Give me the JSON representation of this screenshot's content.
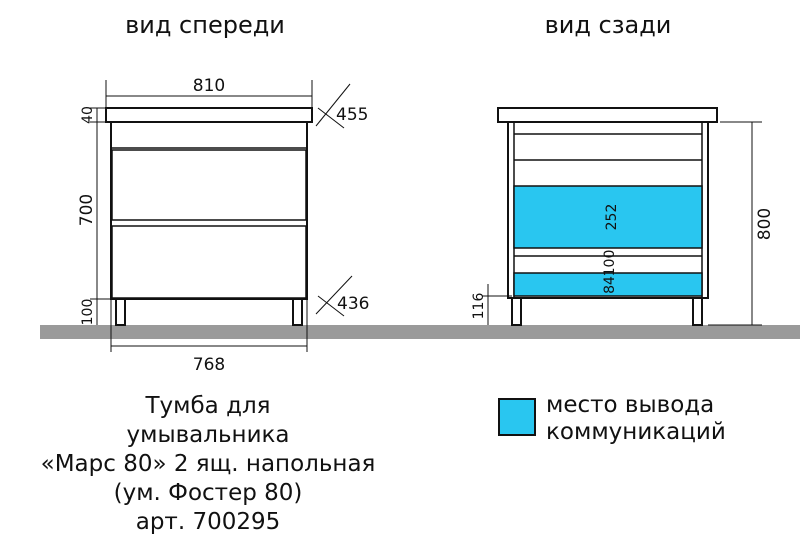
{
  "views": {
    "front_title": "вид спереди",
    "back_title": "вид сзади"
  },
  "dimensions": {
    "top_width": "810",
    "countertop_height": "40",
    "body_height": "700",
    "leg_height": "100",
    "bottom_width": "768",
    "depth_top": "455",
    "depth_bottom": "436",
    "total_height": "800",
    "outlet_height_low": "116",
    "outlet_zone_height": "252",
    "outlet_offset_a": "84",
    "outlet_offset_b": "100"
  },
  "product": {
    "line1": "Тумба для",
    "line2": "умывальника",
    "line3": "«Марс 80» 2 ящ. напольная",
    "line4": "(ум. Фостер 80)",
    "line5": "арт. 700295"
  },
  "legend": {
    "line1": "место вывода",
    "line2": "коммуникаций",
    "color": "#29c6f0"
  },
  "colors": {
    "floor": "#9a9a9a",
    "outline": "#111111",
    "outlet": "#29c6f0"
  }
}
